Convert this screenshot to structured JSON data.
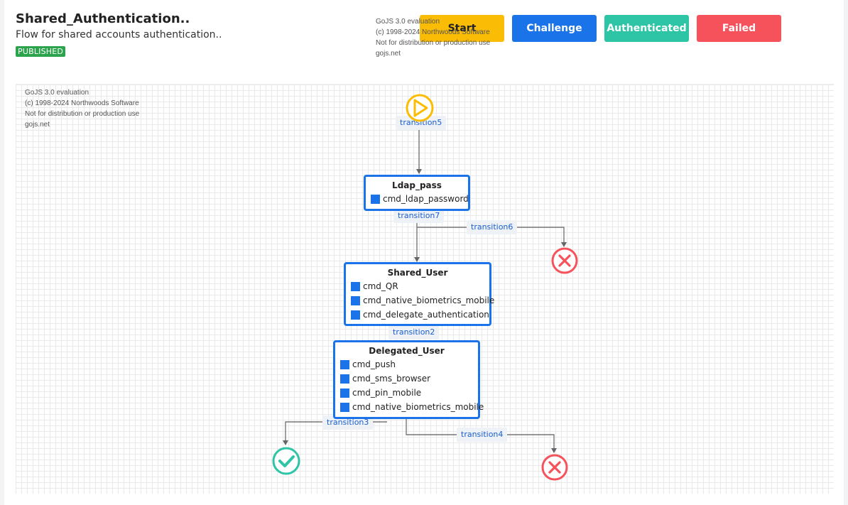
{
  "header": {
    "title": "Shared_Authentication..",
    "subtitle": "Flow for shared accounts authentication..",
    "status_badge": "PUBLISHED"
  },
  "legend": [
    {
      "label": "Start",
      "color": "#fbbc05"
    },
    {
      "label": "Challenge",
      "color": "#1a73e8"
    },
    {
      "label": "Authenticated",
      "color": "#2ec4a6"
    },
    {
      "label": "Failed",
      "color": "#f5525c"
    }
  ],
  "watermark": {
    "line1": "GoJS 3.0 evaluation",
    "line2": "(c) 1998-2024 Northwoods Software",
    "line3": "Not for distribution or production use",
    "line4": "gojs.net"
  },
  "nodes": {
    "ldap_pass": {
      "title": "Ldap_pass",
      "commands": [
        "cmd_ldap_password"
      ]
    },
    "shared_user": {
      "title": "Shared_User",
      "commands": [
        "cmd_QR",
        "cmd_native_biometrics_mobile",
        "cmd_delegate_authentication"
      ]
    },
    "delegated_user": {
      "title": "Delegated_User",
      "commands": [
        "cmd_push",
        "cmd_sms_browser",
        "cmd_pin_mobile",
        "cmd_native_biometrics_mobile"
      ]
    }
  },
  "transitions": {
    "t5": "transition5",
    "t7": "transition7",
    "t6": "transition6",
    "t2": "transition2",
    "t3": "transition3",
    "t4": "transition4"
  },
  "icons": {
    "start": "play-circle-icon",
    "authenticated": "check-circle-icon",
    "failed": "x-circle-icon"
  }
}
